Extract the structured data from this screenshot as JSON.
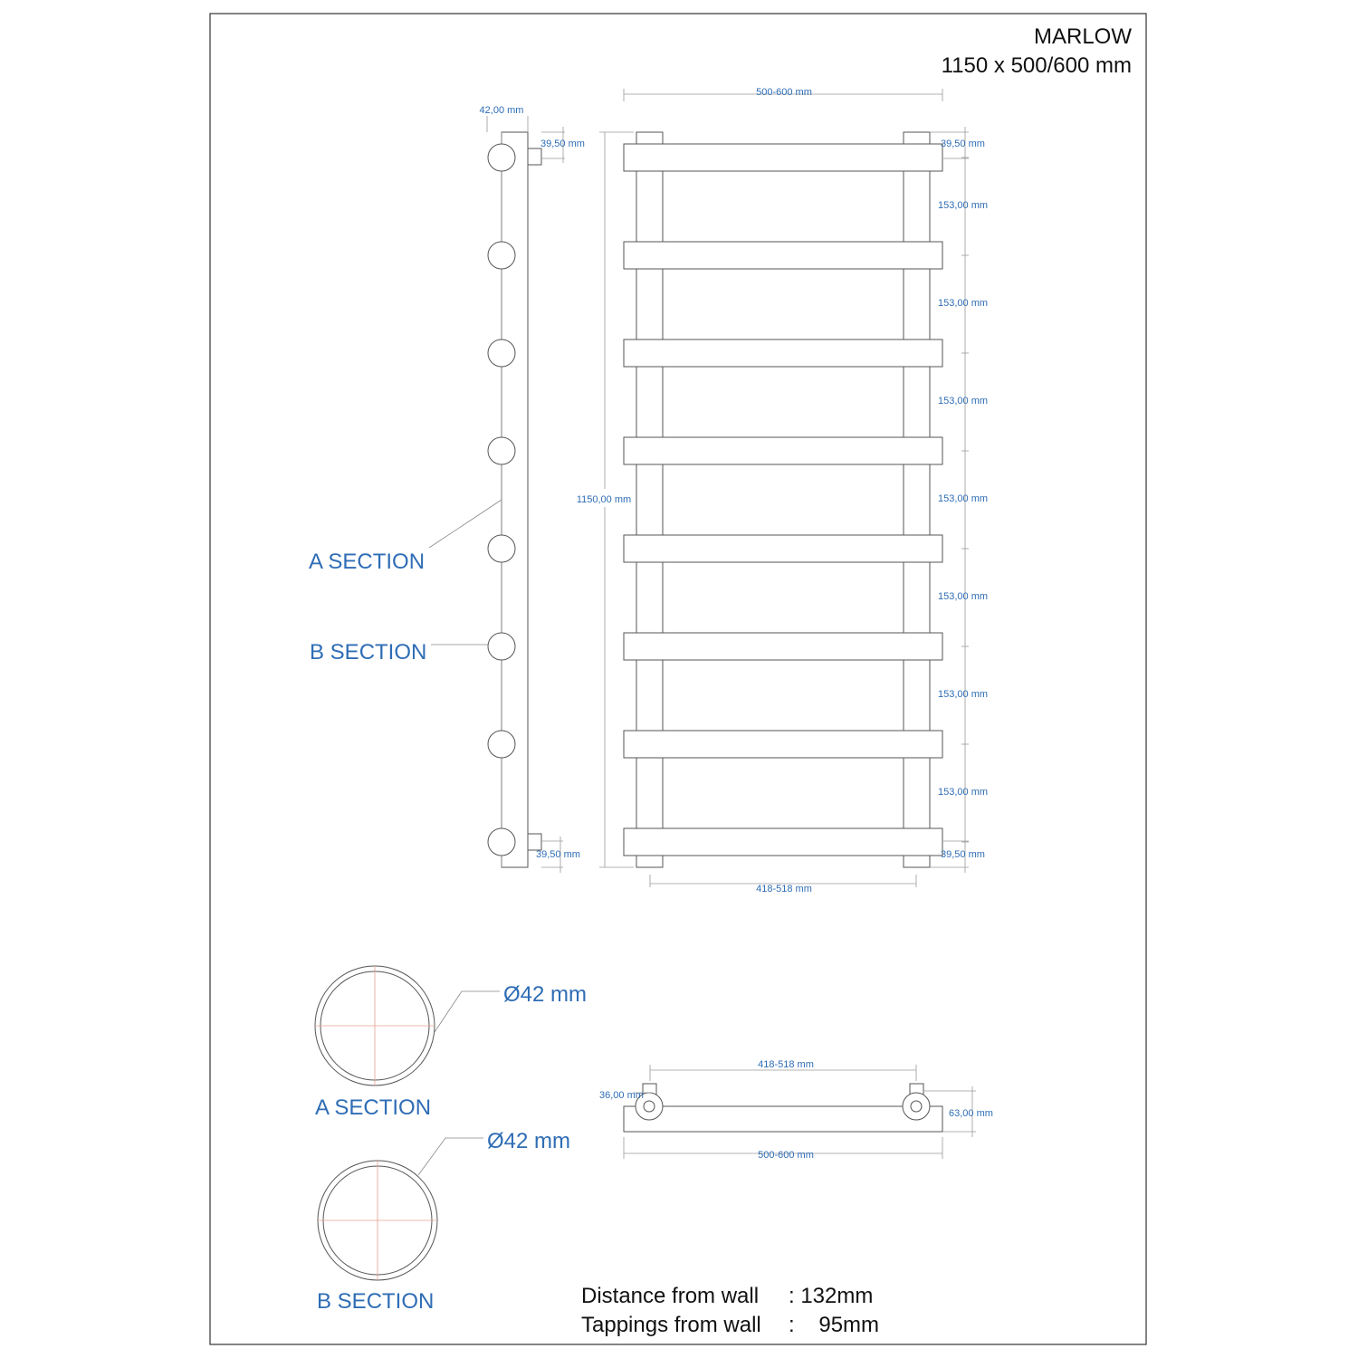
{
  "header": {
    "model": "MARLOW",
    "size": "1150 x 500/600 mm"
  },
  "front_view": {
    "top_width": "500-600 mm",
    "bottom_width": "418-518 mm",
    "height": "1150,00 mm",
    "top_offset": "39,50 mm",
    "bottom_offset": "39,50 mm",
    "bar_spacing": [
      "153,00 mm",
      "153,00 mm",
      "153,00 mm",
      "153,00 mm",
      "153,00 mm",
      "153,00 mm",
      "153,00 mm"
    ]
  },
  "side_view": {
    "depth": "42,00 mm",
    "top_offset": "39,50 mm",
    "bottom_offset": "39,50 mm",
    "a_section_label": "A SECTION",
    "b_section_label": "B SECTION"
  },
  "sections": {
    "a": {
      "diameter": "Ø42 mm",
      "label": "A SECTION"
    },
    "b": {
      "diameter": "Ø42 mm",
      "label": "B SECTION"
    }
  },
  "plan_view": {
    "centres": "418-518 mm",
    "overall": "500-600 mm",
    "pipe": "36,00 mm",
    "projection": "63,00 mm"
  },
  "footer": {
    "distance_label": "Distance from wall",
    "distance_value": ": 132mm",
    "tappings_label": "Tappings from wall",
    "tappings_value": ":    95mm"
  },
  "colors": {
    "dimension_text": "#2f6db5",
    "outline": "#555555",
    "crosshair": "#e6a090"
  }
}
